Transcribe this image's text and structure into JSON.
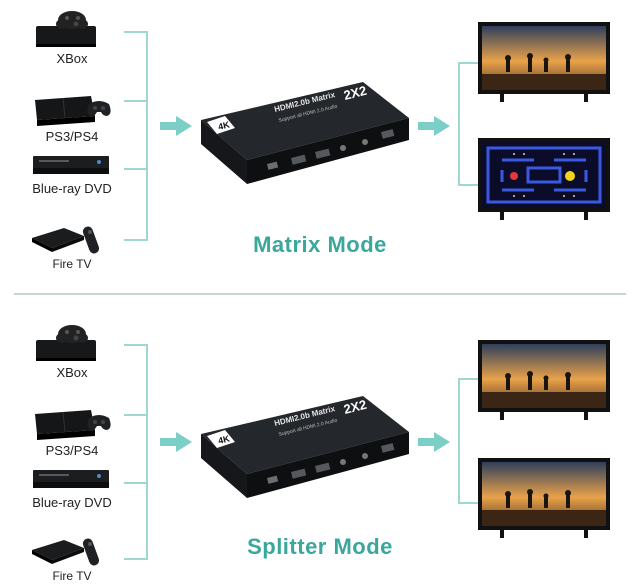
{
  "sources": [
    {
      "name": "xbox-console",
      "label": "XBox"
    },
    {
      "name": "ps4-console",
      "label": "PS3/PS4"
    },
    {
      "name": "bluray-player",
      "label": "Blue-ray DVD"
    },
    {
      "name": "fire-tv",
      "label": "Fire TV"
    }
  ],
  "matrix": {
    "title": "Matrix Mode",
    "device_logo": "4K",
    "device_model": "HDMI2.0b Matrix",
    "device_ports": "2X2",
    "device_subtitle": "Support all HDMI 2.0 Audio"
  },
  "splitter": {
    "title": "Splitter Mode",
    "device_logo": "4K",
    "device_model": "HDMI2.0b Matrix",
    "device_ports": "2X2",
    "device_subtitle": "Support all HDMI 2.0 Audio"
  },
  "colors": {
    "accent": "#3aa79d",
    "connector": "#9fd6cf",
    "arrow": "#7ccfc6",
    "device": "#1c1f22",
    "sunset": "#e9a24a"
  }
}
